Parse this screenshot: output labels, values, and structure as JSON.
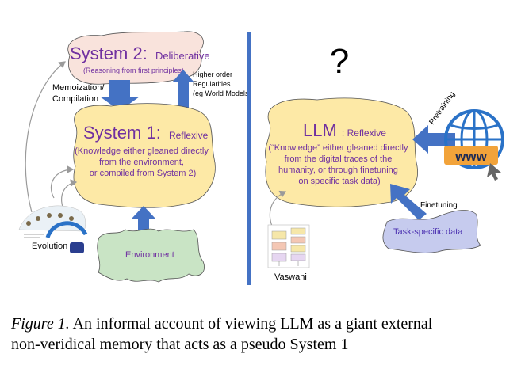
{
  "left": {
    "system2": {
      "title_name": "System 2:",
      "title_desc": "Deliberative",
      "subtitle": "(Reasoning from first principles)"
    },
    "memoization_label": [
      "Memoization/",
      "Compilation"
    ],
    "higher_order_label": [
      "Higher order",
      "Regularities",
      "(eg World Models)"
    ],
    "system1": {
      "title_name": "System 1:",
      "title_desc": "Reflexive",
      "body": [
        "(Knowledge either gleaned directly",
        "from the environment,",
        "or compiled from System 2)"
      ]
    },
    "environment_label": "Environment",
    "evolution_label": "Evolution"
  },
  "right": {
    "question_mark": "?",
    "llm": {
      "title_name": "LLM",
      "title_desc": ": Reflexive",
      "body": [
        "(“Knowledge” either gleaned directly",
        "from the digital traces of the",
        "humanity, or through finetuning",
        "on specific task data)"
      ]
    },
    "pretraining_label": "Pretraining",
    "www_label": "www",
    "finetuning_label": "Finetuning",
    "task_data_label": "Task-specific data",
    "vaswani_label": "Vaswani"
  },
  "caption": {
    "figure_label": "Figure 1.",
    "text_line1": " An informal account of viewing LLM as a giant external",
    "text_line2": "non-veridical memory that acts as a pseudo System 1"
  },
  "colors": {
    "arrow_blue": "#4472c4",
    "divider_blue": "#4472c4",
    "system2_fill": "#f9e3dc",
    "yellow_fill": "#fde9a6",
    "green_fill": "#c9e4c5",
    "lavender_fill": "#c6cbee",
    "purple_text": "#7030a0",
    "globe_blue": "#2a72c7"
  }
}
